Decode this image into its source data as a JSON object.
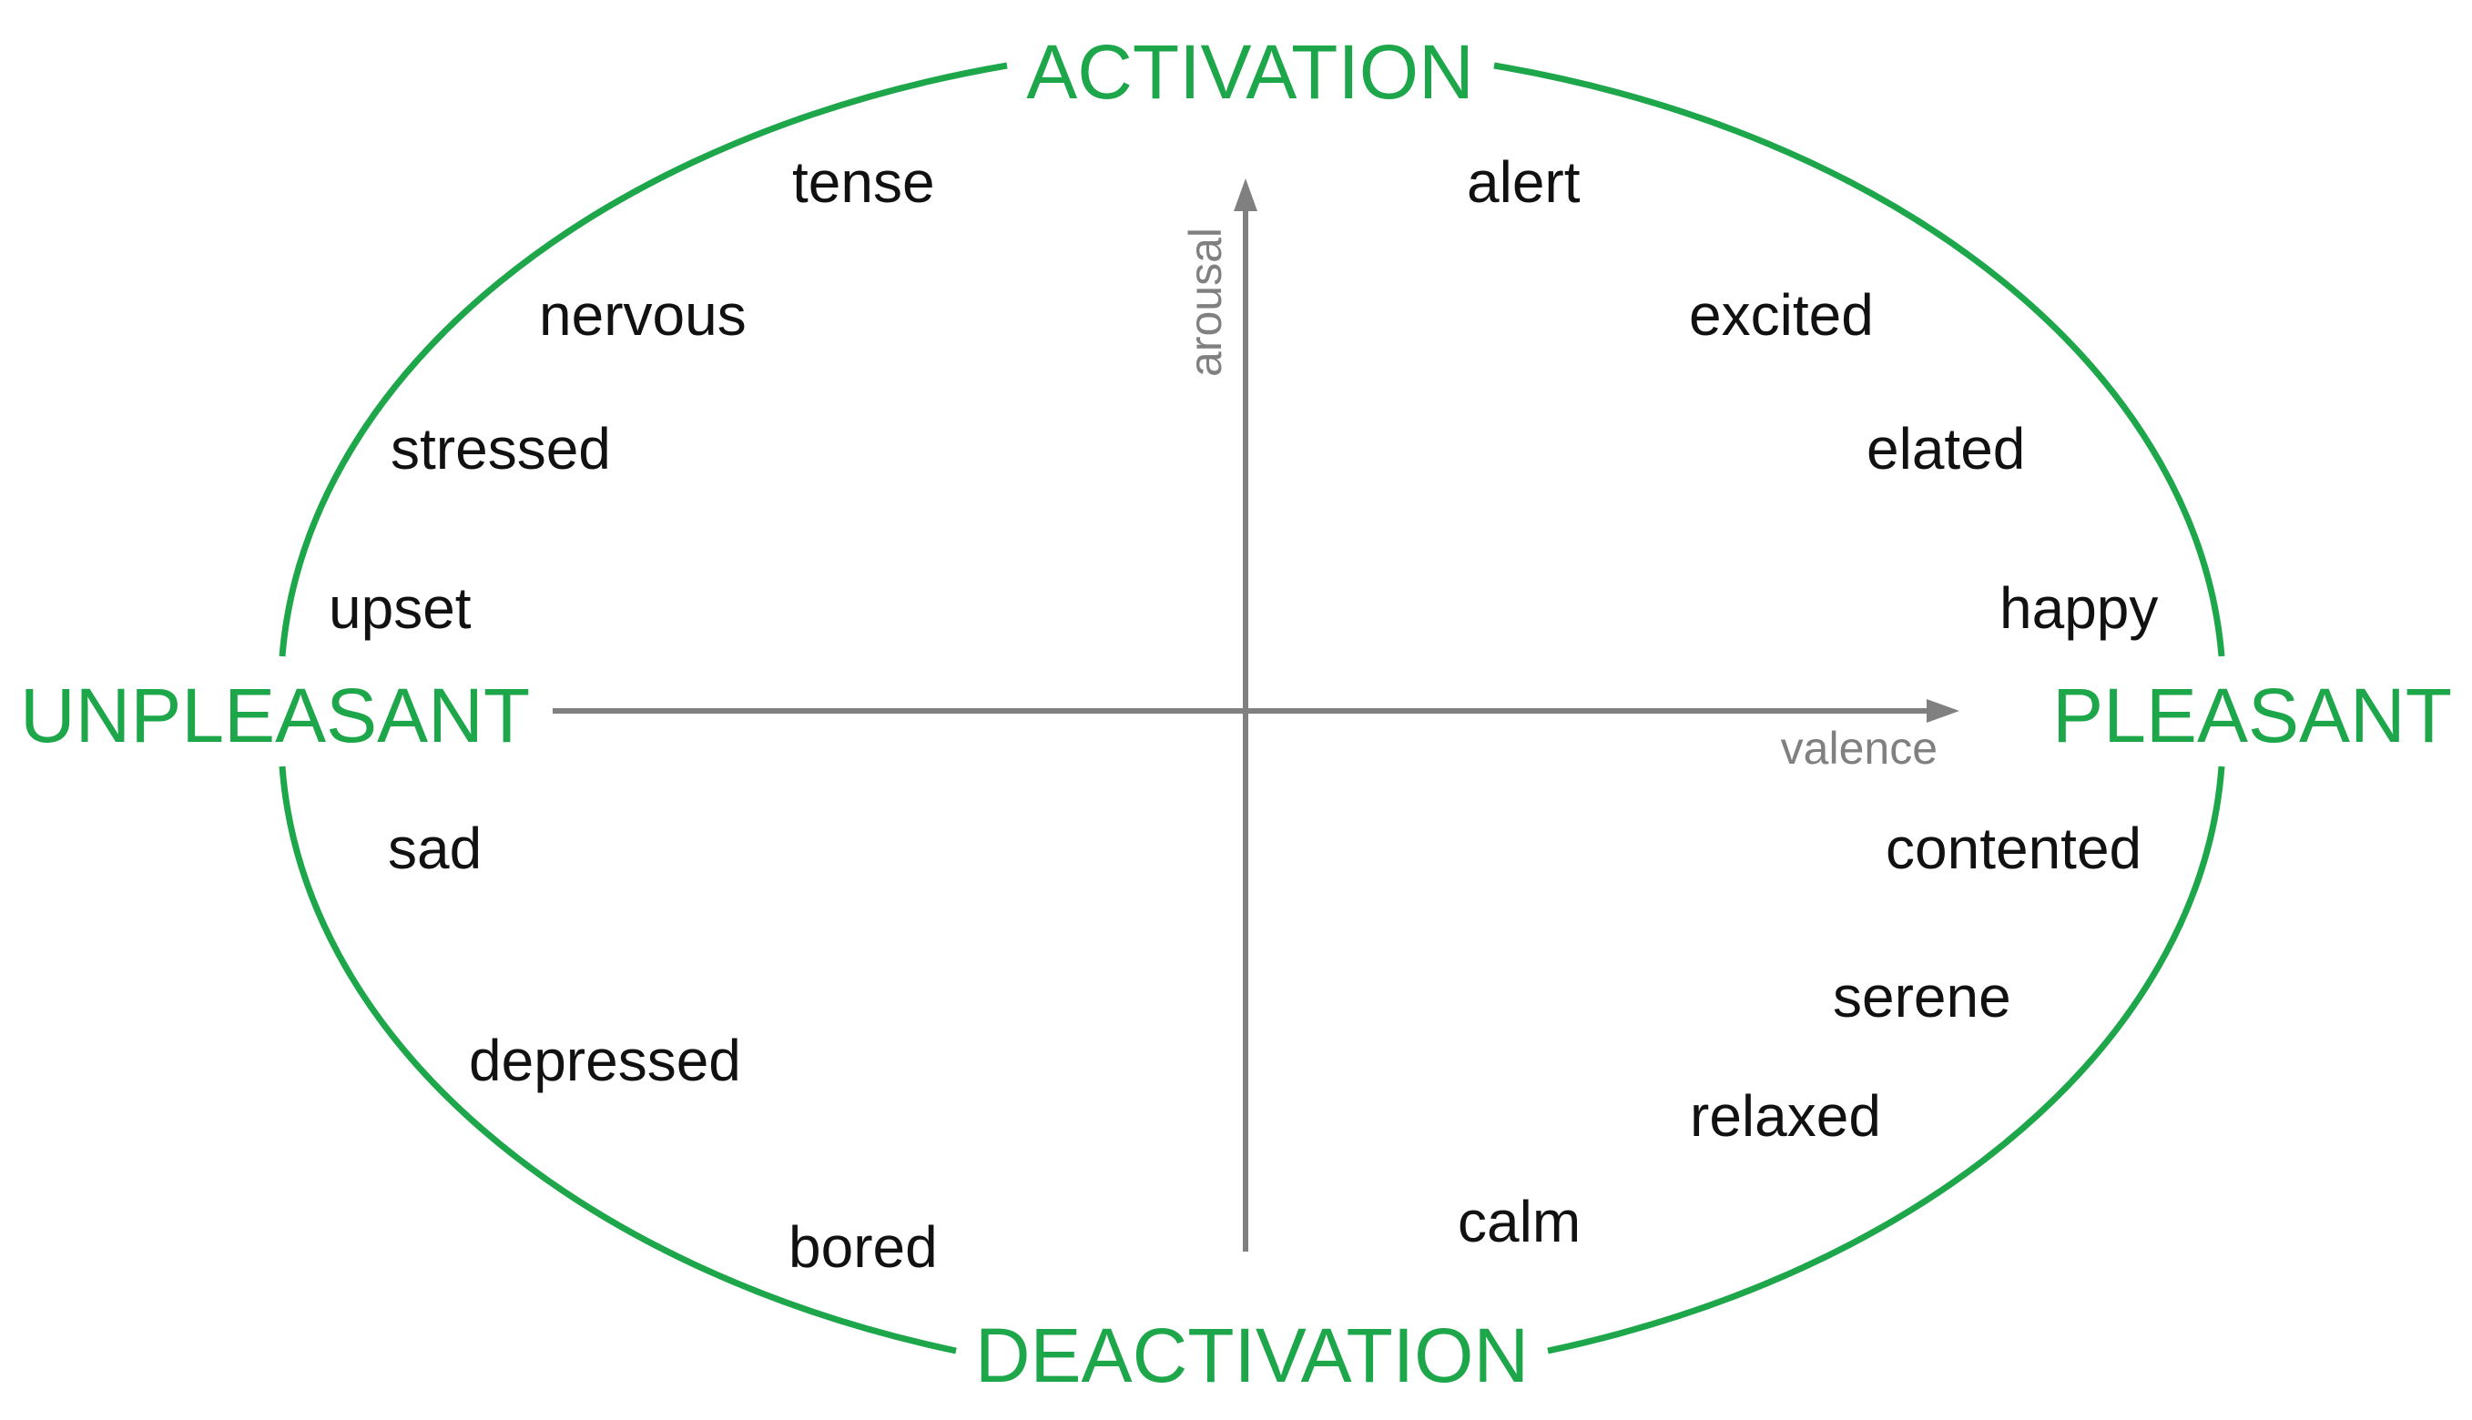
{
  "poles": {
    "top": "ACTIVATION",
    "bottom": "DEACTIVATION",
    "left": "UNPLEASANT",
    "right": "PLEASANT"
  },
  "axes": {
    "vertical_label": "arousal",
    "horizontal_label": "valence"
  },
  "words": {
    "tense": "tense",
    "nervous": "nervous",
    "stressed": "stressed",
    "upset": "upset",
    "sad": "sad",
    "depressed": "depressed",
    "bored": "bored",
    "alert": "alert",
    "excited": "excited",
    "elated": "elated",
    "happy": "happy",
    "contented": "contented",
    "serene": "serene",
    "relaxed": "relaxed",
    "calm": "calm"
  },
  "colors": {
    "pole": "#1ea64a",
    "ellipse": "#1ea64a",
    "axis": "#808080",
    "word": "#111111"
  }
}
